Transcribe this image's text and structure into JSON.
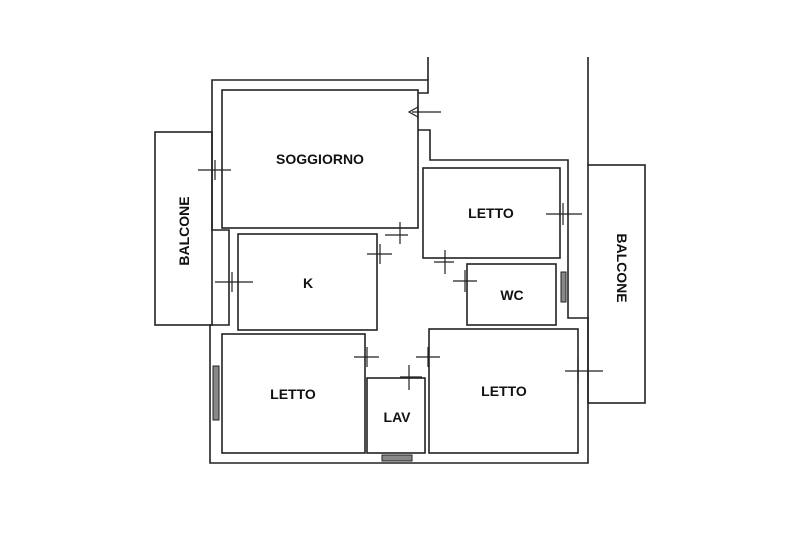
{
  "plan": {
    "rooms": [
      {
        "id": "soggiorno",
        "label": "SOGGIORNO"
      },
      {
        "id": "letto-top-right",
        "label": "LETTO"
      },
      {
        "id": "kitchen",
        "label": "K"
      },
      {
        "id": "wc",
        "label": "WC"
      },
      {
        "id": "letto-left",
        "label": "LETTO"
      },
      {
        "id": "lav",
        "label": "LAV"
      },
      {
        "id": "letto-right",
        "label": "LETTO"
      }
    ],
    "balconies": [
      {
        "id": "balcone-left",
        "label": "BALCONE"
      },
      {
        "id": "balcone-right",
        "label": "BALCONE"
      }
    ],
    "entrance_icon": "arrow-left-icon"
  }
}
